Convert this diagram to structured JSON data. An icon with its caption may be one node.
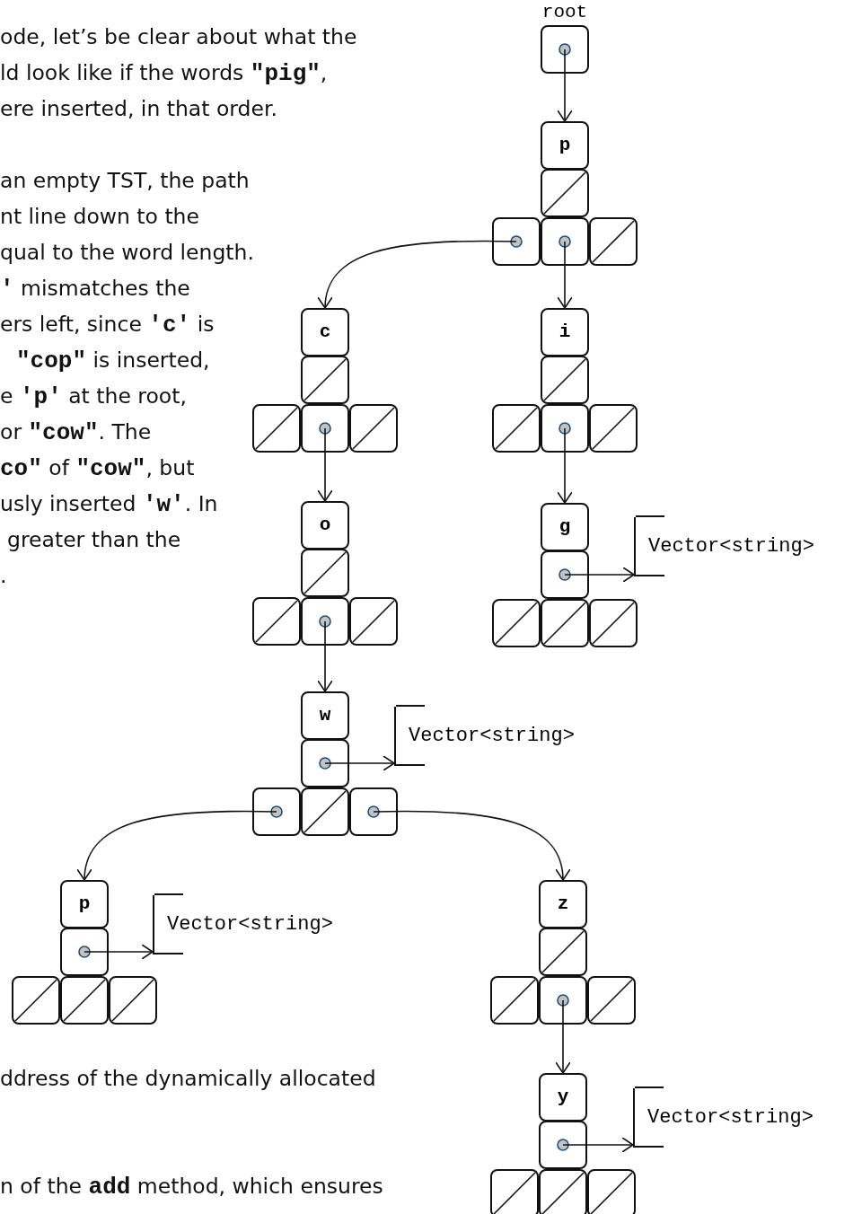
{
  "diagram": {
    "nodes": [
      {
        "text": [
          "root"
        ]
      },
      {
        "text": [
          "p"
        ]
      },
      {
        "text": [],
        "shape": "box"
      },
      {
        "text": [],
        "shape": "box"
      },
      {
        "text": [],
        "shape": "box"
      },
      {
        "text": [],
        "shape": "box"
      },
      {
        "text": [
          "c"
        ]
      },
      {
        "text": [],
        "shape": "box"
      },
      {
        "text": [],
        "shape": "box"
      },
      {
        "text": [],
        "shape": "box"
      },
      {
        "text": [],
        "shape": "box"
      },
      {
        "text": [
          "i"
        ]
      },
      {
        "text": [],
        "shape": "box"
      },
      {
        "text": [],
        "shape": "box"
      },
      {
        "text": [],
        "shape": "box"
      },
      {
        "text": [],
        "shape": "box"
      },
      {
        "text": [
          "o"
        ]
      },
      {
        "text": [],
        "shape": "box"
      },
      {
        "text": [],
        "shape": "box"
      },
      {
        "text": [],
        "shape": "box"
      },
      {
        "text": [],
        "shape": "box"
      },
      {
        "text": [
          "g"
        ]
      },
      {
        "text": [],
        "shape": "box"
      },
      {
        "text": [],
        "shape": "box"
      },
      {
        "text": [],
        "shape": "box"
      },
      {
        "text": [],
        "shape": "box"
      },
      {
        "text": [
          "w"
        ]
      },
      {
        "text": [],
        "shape": "box"
      },
      {
        "text": [],
        "shape": "box"
      },
      {
        "text": [],
        "shape": "box"
      },
      {
        "text": [],
        "shape": "box"
      },
      {
        "text": [
          "p"
        ]
      },
      {
        "text": [],
        "shape": "box"
      },
      {
        "text": [],
        "shape": "box"
      },
      {
        "text": [],
        "shape": "box"
      },
      {
        "text": [],
        "shape": "box"
      },
      {
        "text": [
          "z"
        ]
      },
      {
        "text": [],
        "shape": "box"
      },
      {
        "text": [],
        "shape": "box"
      },
      {
        "text": [],
        "shape": "box"
      },
      {
        "text": [],
        "shape": "box"
      },
      {
        "text": [
          "y"
        ]
      },
      {
        "text": [],
        "shape": "box"
      },
      {
        "text": [],
        "shape": "box"
      },
      {
        "text": [],
        "shape": "box"
      },
      {
        "text": [],
        "shape": "box"
      },
      {
        "text": [
          "Vector<string>"
        ]
      },
      {
        "text": [
          "Vector<string>"
        ]
      },
      {
        "text": [
          "Vector<string>"
        ]
      },
      {
        "text": [
          "Vector<string>"
        ]
      }
    ],
    "edges": [
      {
        "from": 0,
        "to": 1,
        "arrow": "to"
      },
      {
        "from": 3,
        "to": 6,
        "arrow": "to"
      },
      {
        "from": 4,
        "to": 11,
        "arrow": "to"
      },
      {
        "from": 9,
        "to": 16,
        "arrow": "to"
      },
      {
        "from": 14,
        "to": 21,
        "arrow": "to"
      },
      {
        "from": 19,
        "to": 26,
        "arrow": "to"
      },
      {
        "from": 22,
        "to": 46,
        "arrow": "to"
      },
      {
        "from": 27,
        "to": 47,
        "arrow": "to"
      },
      {
        "from": 28,
        "to": 31,
        "arrow": "to"
      },
      {
        "from": 30,
        "to": 36,
        "arrow": "to"
      },
      {
        "from": 32,
        "to": 48,
        "arrow": "to"
      },
      {
        "from": 39,
        "to": 41,
        "arrow": "to"
      },
      {
        "from": 42,
        "to": 49,
        "arrow": "to"
      }
    ],
    "labels": [
      "ode, let’s be clear about what the",
      "ld look like if the words **\"pig\"**,",
      "ere inserted, in that order.",
      "an empty TST, the path",
      "nt line down to the",
      "qual to the word length.",
      "**'** mismatches the",
      "ers left, since **'c'** is",
      "**\"cop\"** is inserted,",
      "e **'p'** at the root,",
      "or **\"cow\"**.  The",
      "**co\"** of **\"cow\"**, but",
      "usly inserted **'w'**.  In",
      "greater than the",
      ".",
      "ddress of the dynamically allocated",
      "n of the **add** method, which ensures"
    ]
  }
}
